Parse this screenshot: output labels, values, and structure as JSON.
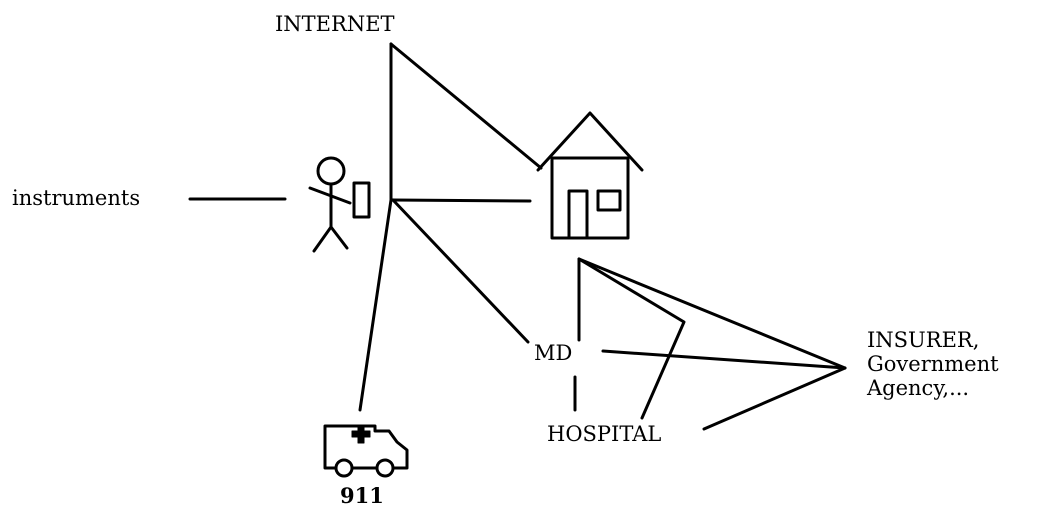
{
  "nodes": {
    "internet": "INTERNET",
    "instruments": "instruments",
    "md": "MD",
    "hospital": "HOSPITAL",
    "emergency": "911",
    "insurer_lines": [
      "INSURER,",
      "Government",
      "Agency,..."
    ]
  },
  "icons": {
    "person": "stick-figure-with-device",
    "home": "house",
    "ambulance": "ambulance-with-cross"
  },
  "colors": {
    "stroke": "#000000",
    "background": "#ffffff"
  }
}
